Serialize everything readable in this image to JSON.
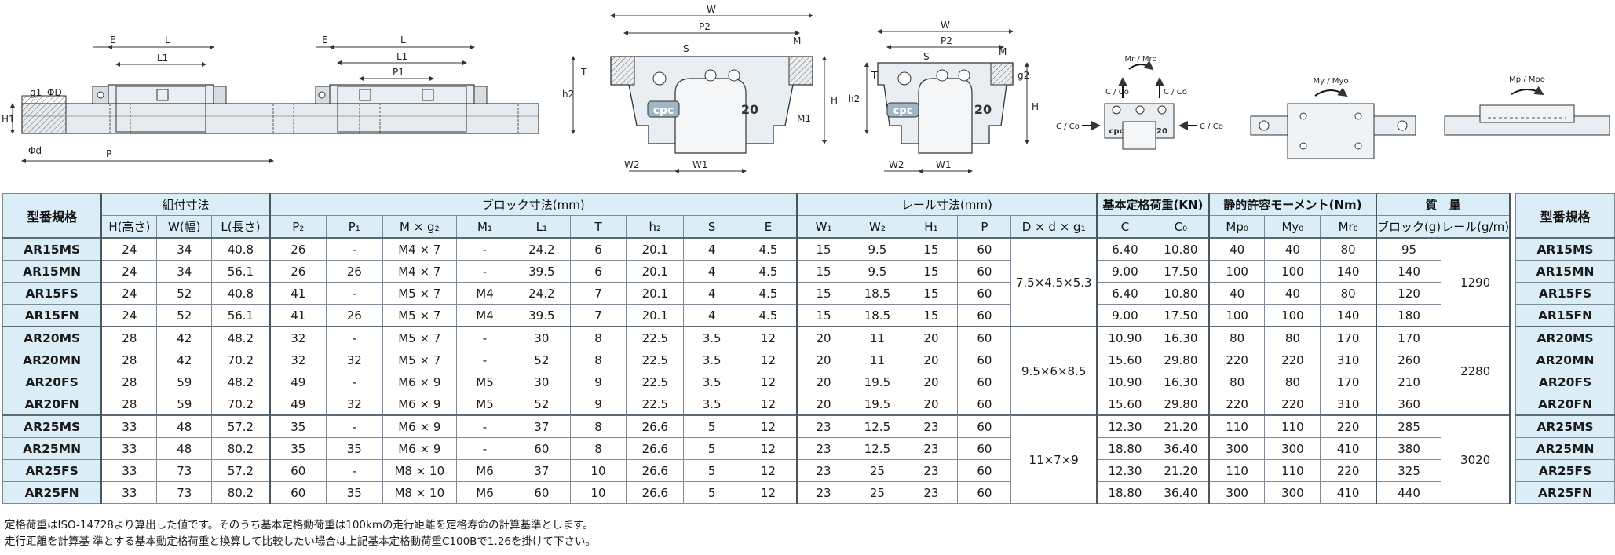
{
  "diagrams": {
    "rail_side": {
      "labels": [
        "E",
        "L",
        "L1",
        "E",
        "L",
        "L1",
        "P1",
        "g1",
        "ΦD",
        "H1",
        "Φd",
        "P"
      ]
    },
    "block_front": {
      "labels": [
        "W",
        "P2",
        "S",
        "M",
        "T",
        "h2",
        "H",
        "M1",
        "W2",
        "W1"
      ],
      "block_text": "cpc",
      "size_text": "20"
    },
    "block_front2": {
      "labels": [
        "W",
        "P2",
        "S",
        "M",
        "g2",
        "T",
        "h2",
        "H",
        "W2",
        "W1"
      ],
      "block_text": "cpc",
      "size_text": "20"
    },
    "load_dirs": {
      "labels": [
        "Mr / Mro",
        "C / Co",
        "C / Co",
        "C / Co",
        "C / Co"
      ],
      "block_text": "cpc",
      "size_text": "20"
    },
    "moment_my": {
      "label": "My / Myo"
    },
    "moment_mp": {
      "label": "Mp / Mpo"
    },
    "colors": {
      "line": "#333333",
      "fill": "#e4e9ee",
      "accent": "#8fb4c8"
    }
  },
  "table": {
    "headers": {
      "model": "型番規格",
      "assembly": "組付寸法",
      "block": "ブロック寸法(mm)",
      "rail": "レール寸法(mm)",
      "basic_load": "基本定格荷重(KN)",
      "static_moment": "静的許容モーメント(Nm)",
      "mass": "質　量",
      "model_right": "型番規格",
      "sub": [
        "H(高さ)",
        "W(幅)",
        "L(長さ)",
        "P₂",
        "P₁",
        "M × g₂",
        "M₁",
        "L₁",
        "T",
        "h₂",
        "S",
        "E",
        "W₁",
        "W₂",
        "H₁",
        "P",
        "D × d × g₁",
        "C",
        "C₀",
        "Mp₀",
        "My₀",
        "Mr₀",
        "ブロック(g)",
        "レール(g/m)"
      ]
    },
    "rows": [
      {
        "model": "AR15MS",
        "cells": [
          "24",
          "34",
          "40.8",
          "26",
          "-",
          "M4 × 7",
          "-",
          "24.2",
          "6",
          "20.1",
          "4",
          "4.5",
          "15",
          "9.5",
          "15",
          "60",
          "6.40",
          "10.80",
          "40",
          "40",
          "80",
          "95"
        ]
      },
      {
        "model": "AR15MN",
        "cells": [
          "24",
          "34",
          "56.1",
          "26",
          "26",
          "M4 × 7",
          "-",
          "39.5",
          "6",
          "20.1",
          "4",
          "4.5",
          "15",
          "9.5",
          "15",
          "60",
          "9.00",
          "17.50",
          "100",
          "100",
          "140",
          "140"
        ]
      },
      {
        "model": "AR15FS",
        "cells": [
          "24",
          "52",
          "40.8",
          "41",
          "-",
          "M5 × 7",
          "M4",
          "24.2",
          "7",
          "20.1",
          "4",
          "4.5",
          "15",
          "18.5",
          "15",
          "60",
          "6.40",
          "10.80",
          "40",
          "40",
          "80",
          "120"
        ]
      },
      {
        "model": "AR15FN",
        "cells": [
          "24",
          "52",
          "56.1",
          "41",
          "26",
          "M5 × 7",
          "M4",
          "39.5",
          "7",
          "20.1",
          "4",
          "4.5",
          "15",
          "18.5",
          "15",
          "60",
          "9.00",
          "17.50",
          "100",
          "100",
          "140",
          "180"
        ]
      },
      {
        "model": "AR20MS",
        "cells": [
          "28",
          "42",
          "48.2",
          "32",
          "-",
          "M5 × 7",
          "-",
          "30",
          "8",
          "22.5",
          "3.5",
          "12",
          "20",
          "11",
          "20",
          "60",
          "10.90",
          "16.30",
          "80",
          "80",
          "170",
          "170"
        ]
      },
      {
        "model": "AR20MN",
        "cells": [
          "28",
          "42",
          "70.2",
          "32",
          "32",
          "M5 × 7",
          "-",
          "52",
          "8",
          "22.5",
          "3.5",
          "12",
          "20",
          "11",
          "20",
          "60",
          "15.60",
          "29.80",
          "220",
          "220",
          "310",
          "260"
        ]
      },
      {
        "model": "AR20FS",
        "cells": [
          "28",
          "59",
          "48.2",
          "49",
          "-",
          "M6 × 9",
          "M5",
          "30",
          "9",
          "22.5",
          "3.5",
          "12",
          "20",
          "19.5",
          "20",
          "60",
          "10.90",
          "16.30",
          "80",
          "80",
          "170",
          "210"
        ]
      },
      {
        "model": "AR20FN",
        "cells": [
          "28",
          "59",
          "70.2",
          "49",
          "32",
          "M6 × 9",
          "M5",
          "52",
          "9",
          "22.5",
          "3.5",
          "12",
          "20",
          "19.5",
          "20",
          "60",
          "15.60",
          "29.80",
          "220",
          "220",
          "310",
          "360"
        ]
      },
      {
        "model": "AR25MS",
        "cells": [
          "33",
          "48",
          "57.2",
          "35",
          "-",
          "M6 × 9",
          "-",
          "37",
          "8",
          "26.6",
          "5",
          "12",
          "23",
          "12.5",
          "23",
          "60",
          "12.30",
          "21.20",
          "110",
          "110",
          "220",
          "285"
        ]
      },
      {
        "model": "AR25MN",
        "cells": [
          "33",
          "48",
          "80.2",
          "35",
          "35",
          "M6 × 9",
          "-",
          "60",
          "8",
          "26.6",
          "5",
          "12",
          "23",
          "12.5",
          "23",
          "60",
          "18.80",
          "36.40",
          "300",
          "300",
          "410",
          "380"
        ]
      },
      {
        "model": "AR25FS",
        "cells": [
          "33",
          "73",
          "57.2",
          "60",
          "-",
          "M8 × 10",
          "M6",
          "37",
          "10",
          "26.6",
          "5",
          "12",
          "23",
          "25",
          "23",
          "60",
          "12.30",
          "21.20",
          "110",
          "110",
          "220",
          "325"
        ]
      },
      {
        "model": "AR25FN",
        "cells": [
          "33",
          "73",
          "80.2",
          "60",
          "35",
          "M8 × 10",
          "M6",
          "60",
          "10",
          "26.6",
          "5",
          "12",
          "23",
          "25",
          "23",
          "60",
          "18.80",
          "36.40",
          "300",
          "300",
          "410",
          "440"
        ]
      }
    ],
    "groups": [
      {
        "ddg": "7.5×4.5×5.3",
        "rail_mass": "1290"
      },
      {
        "ddg": "9.5×6×8.5",
        "rail_mass": "2280"
      },
      {
        "ddg": "11×7×9",
        "rail_mass": "3020"
      }
    ]
  },
  "notes": [
    "定格荷重はISO-14728より算出した値です。そのうち基本定格動荷重は100kmの走行距離を定格寿命の計算基準とします。",
    "走行距離を計算基 準とする基本動定格荷重と換算して比較したい場合は上記基本定格動荷重C100Bで1.26を掛けて下さい。"
  ]
}
